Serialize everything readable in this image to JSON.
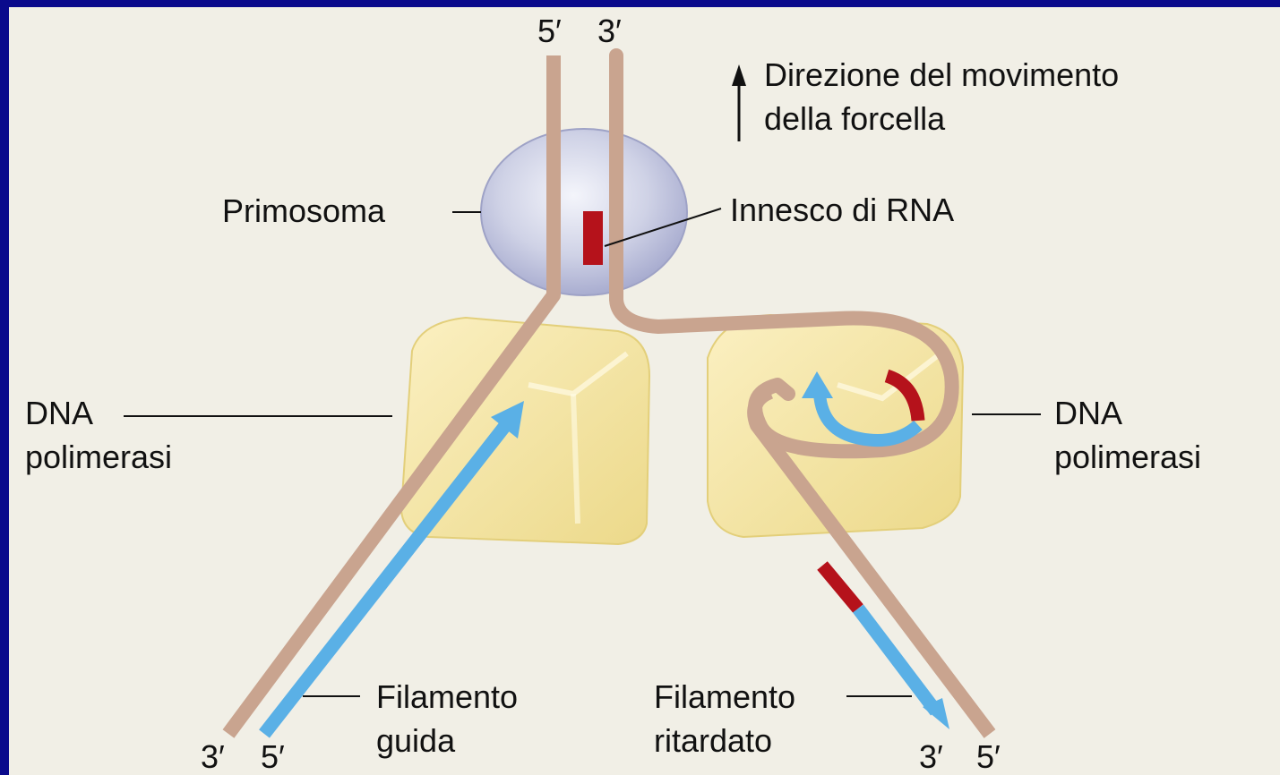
{
  "labels": {
    "top_5prime": "5′",
    "top_3prime": "3′",
    "direction_line1": "Direzione del movimento",
    "direction_line2": "della forcella",
    "primosome": "Primosoma",
    "rna_primer": "Innesco di RNA",
    "left_dna_line1": "DNA",
    "left_dna_line2": "polimerasi",
    "right_dna_line1": "DNA",
    "right_dna_line2": "polimerasi",
    "leading_line1": "Filamento",
    "leading_line2": "guida",
    "lagging_line1": "Filamento",
    "lagging_line2": "ritardato",
    "bottom_left_3prime": "3′",
    "bottom_left_5prime": "5′",
    "bottom_right_3prime": "3′",
    "bottom_right_5prime": "5′"
  },
  "colors": {
    "frame": "#0a0a8c",
    "background": "#f1efe6",
    "dna_strand": "#c9a48f",
    "new_strand": "#5ab0e6",
    "rna_primer": "#b5121b",
    "polymerase": "#f3e3a2",
    "primosome": "#c9cde3"
  }
}
